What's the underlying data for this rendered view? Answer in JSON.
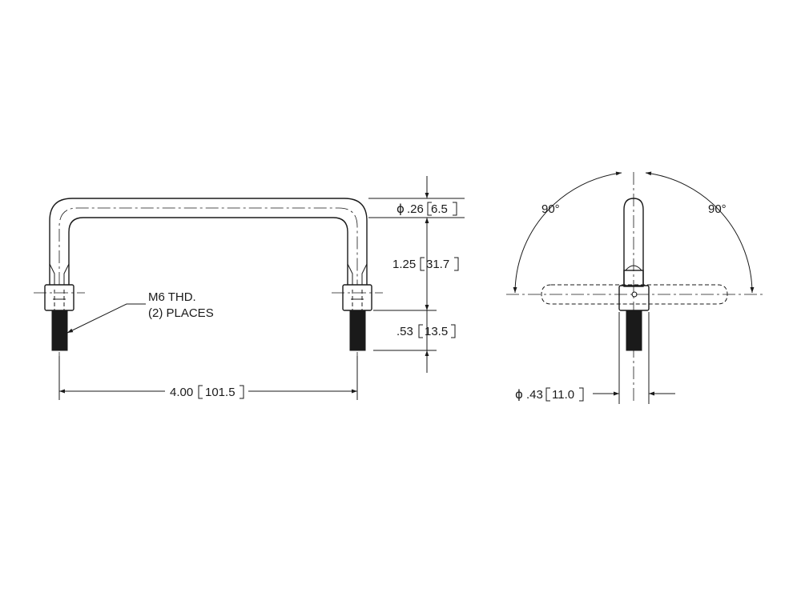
{
  "front_view": {
    "diameter_symbol": "ϕ",
    "rod_diameter_in": ".26",
    "rod_diameter_mm": "6.5",
    "height_in": "1.25",
    "height_mm": "31.7",
    "thread_length_in": ".53",
    "thread_length_mm": "13.5",
    "width_in": "4.00",
    "width_mm": "101.5",
    "thread_note_line1": "M6 THD.",
    "thread_note_line2": "(2) PLACES"
  },
  "side_view": {
    "diameter_symbol": "ϕ",
    "left_angle": "90°",
    "right_angle": "90°",
    "base_diameter_in": ".43",
    "base_diameter_mm": "11.0"
  }
}
